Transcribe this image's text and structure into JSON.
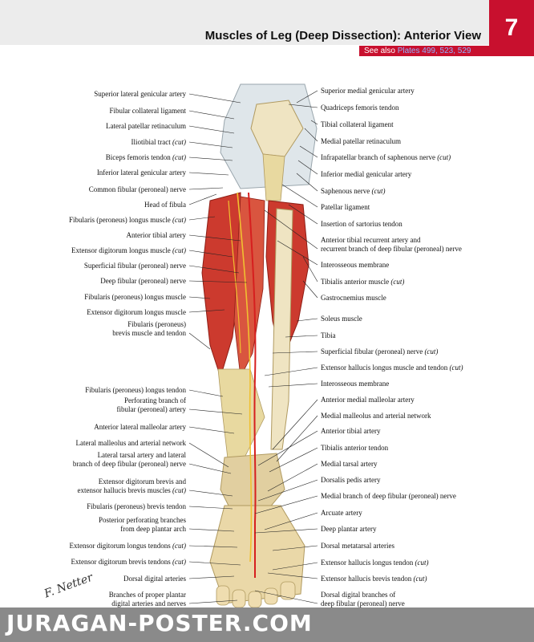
{
  "header": {
    "title": "Muscles of Leg (Deep Dissection): Anterior View",
    "plate_number": "7",
    "see_also_prefix": "See also",
    "see_also_plates": "Plates 499, 523, 529"
  },
  "signature": "F. Netter",
  "watermark": "JURAGAN-POSTER.COM",
  "labels_left": [
    {
      "text": "Superior lateral genicular artery"
    },
    {
      "text": "Fibular collateral ligament"
    },
    {
      "text": "Lateral patellar retinaculum"
    },
    {
      "text": "Iliotibial tract",
      "cut": "(cut)"
    },
    {
      "text": "Biceps femoris tendon",
      "cut": "(cut)"
    },
    {
      "text": "Inferior lateral genicular artery"
    },
    {
      "text": "Common fibular (peroneal) nerve"
    },
    {
      "text": "Head of fibula"
    },
    {
      "text": "Fibularis (peroneus) longus muscle",
      "cut": "(cut)"
    },
    {
      "text": "Anterior tibial artery"
    },
    {
      "text": "Extensor digitorum longus muscle",
      "cut": "(cut)"
    },
    {
      "text": "Superficial fibular (peroneal) nerve"
    },
    {
      "text": "Deep fibular (peroneal) nerve"
    },
    {
      "text": "Fibularis (peroneus) longus muscle"
    },
    {
      "text": "Extensor digitorum longus muscle"
    },
    {
      "text": "Fibularis (peroneus)",
      "line2": "brevis muscle and tendon"
    },
    {
      "text": "Fibularis (peroneus) longus tendon"
    },
    {
      "text": "Perforating branch of",
      "line2": "fibular (peroneal) artery"
    },
    {
      "text": "Anterior lateral malleolar artery"
    },
    {
      "text": "Lateral malleolus and arterial network"
    },
    {
      "text": "Lateral tarsal artery and lateral",
      "line2": "branch of deep fibular (peroneal) nerve"
    },
    {
      "text": "Extensor digitorum brevis and",
      "line2": "extensor hallucis brevis muscles",
      "cut": "(cut)"
    },
    {
      "text": "Fibularis (peroneus) brevis tendon"
    },
    {
      "text": "Posterior perforating branches",
      "line2": "from deep plantar arch"
    },
    {
      "text": "Extensor digitorum longus tendons",
      "cut": "(cut)"
    },
    {
      "text": "Extensor digitorum brevis tendons",
      "cut": "(cut)"
    },
    {
      "text": "Dorsal digital arteries"
    },
    {
      "text": "Branches of proper plantar",
      "line2": "digital arteries and nerves"
    }
  ],
  "labels_right": [
    {
      "text": "Superior medial genicular artery"
    },
    {
      "text": "Quadriceps femoris tendon"
    },
    {
      "text": "Tibial collateral ligament"
    },
    {
      "text": "Medial patellar retinaculum"
    },
    {
      "text": "Infrapatellar branch of saphenous nerve",
      "cut": "(cut)"
    },
    {
      "text": "Inferior medial genicular artery"
    },
    {
      "text": "Saphenous nerve",
      "cut": "(cut)"
    },
    {
      "text": "Patellar ligament"
    },
    {
      "text": "Insertion of sartorius tendon"
    },
    {
      "text": "Anterior tibial recurrent artery and",
      "line2": "recurrent branch of deep fibular (peroneal) nerve"
    },
    {
      "text": "Interosseous membrane"
    },
    {
      "text": "Tibialis anterior muscle",
      "cut": "(cut)"
    },
    {
      "text": "Gastrocnemius muscle"
    },
    {
      "text": "Soleus muscle"
    },
    {
      "text": "Tibia"
    },
    {
      "text": "Superficial fibular (peroneal) nerve",
      "cut": "(cut)"
    },
    {
      "text": "Extensor hallucis longus muscle and tendon",
      "cut": "(cut)"
    },
    {
      "text": "Interosseous membrane"
    },
    {
      "text": "Anterior medial malleolar artery"
    },
    {
      "text": "Medial malleolus and arterial network"
    },
    {
      "text": "Anterior tibial artery"
    },
    {
      "text": "Tibialis anterior tendon"
    },
    {
      "text": "Medial tarsal artery"
    },
    {
      "text": "Dorsalis pedis artery"
    },
    {
      "text": "Medial branch of deep fibular (peroneal) nerve"
    },
    {
      "text": "Arcuate artery"
    },
    {
      "text": "Deep plantar artery"
    },
    {
      "text": "Dorsal metatarsal arteries"
    },
    {
      "text": "Extensor hallucis longus tendon",
      "cut": "(cut)"
    },
    {
      "text": "Extensor hallucis brevis tendon",
      "cut": "(cut)"
    },
    {
      "text": "Dorsal digital branches of",
      "line2": "deep fibular (peroneal) nerve"
    }
  ],
  "colors": {
    "accent_red": "#c8102e",
    "muscle": "#cc3a2e",
    "tendon": "#e8d9a0",
    "bone": "#efe4c2",
    "artery": "#d61f1f",
    "nerve": "#f0c030"
  }
}
